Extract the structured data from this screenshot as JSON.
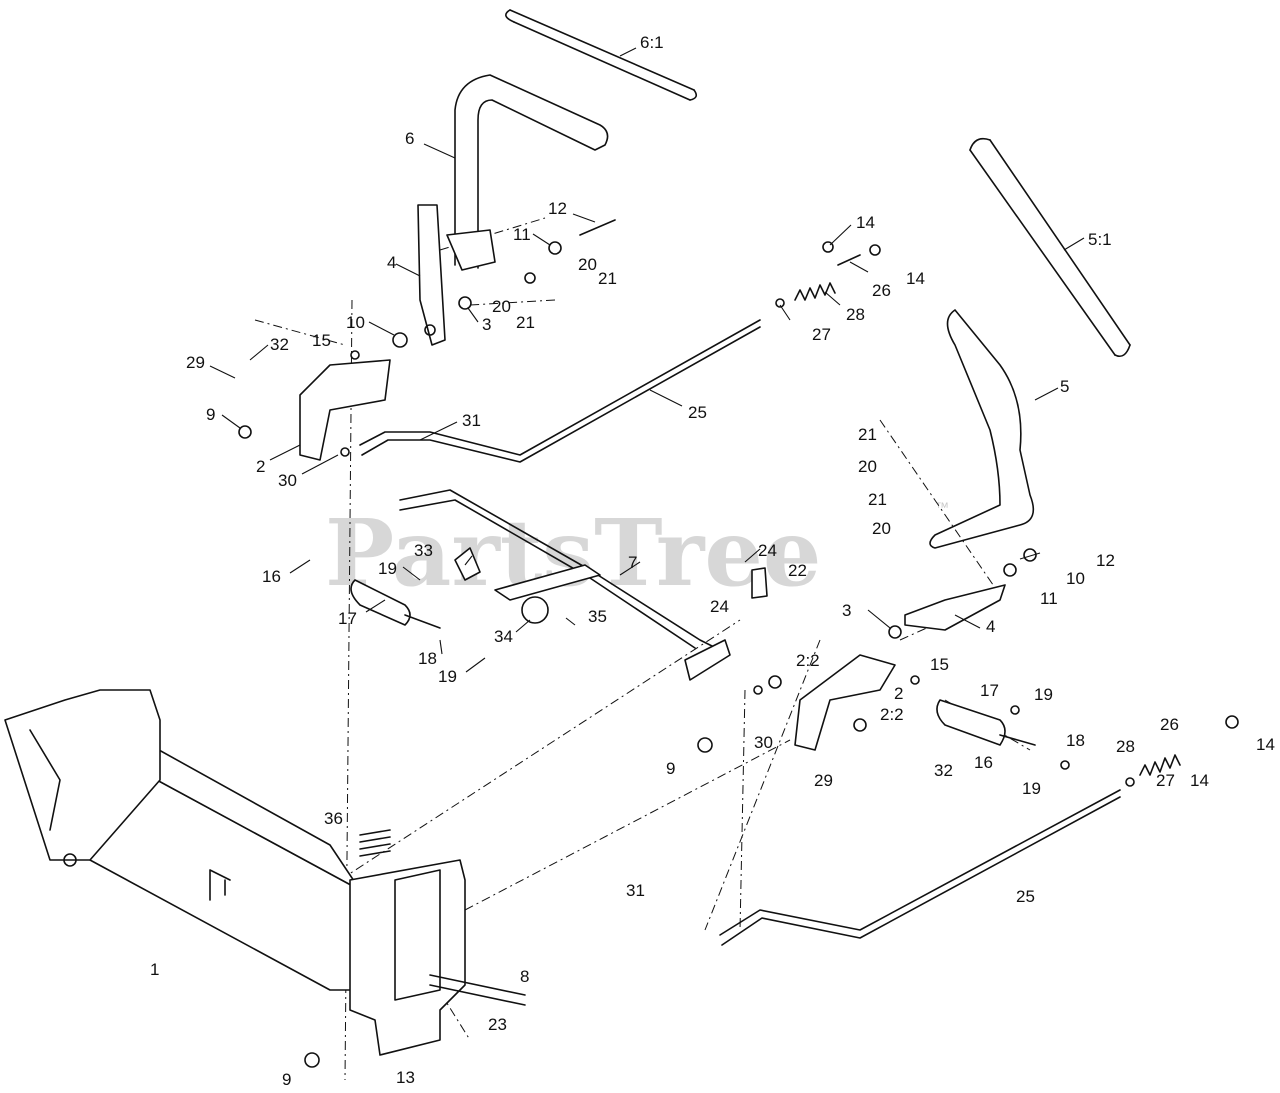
{
  "watermark": {
    "text": "PartsTree",
    "mark": "™"
  },
  "callouts": [
    {
      "id": "c-6-1",
      "label": "6:1"
    },
    {
      "id": "c-6",
      "label": "6"
    },
    {
      "id": "c-5-1",
      "label": "5:1"
    },
    {
      "id": "c-5",
      "label": "5"
    },
    {
      "id": "c-12a",
      "label": "12"
    },
    {
      "id": "c-11a",
      "label": "11"
    },
    {
      "id": "c-4a",
      "label": "4"
    },
    {
      "id": "c-20a",
      "label": "20"
    },
    {
      "id": "c-21a",
      "label": "21"
    },
    {
      "id": "c-20b",
      "label": "20"
    },
    {
      "id": "c-21b",
      "label": "21"
    },
    {
      "id": "c-10a",
      "label": "10"
    },
    {
      "id": "c-3a",
      "label": "3"
    },
    {
      "id": "c-14a",
      "label": "14"
    },
    {
      "id": "c-14b",
      "label": "14"
    },
    {
      "id": "c-26a",
      "label": "26"
    },
    {
      "id": "c-28a",
      "label": "28"
    },
    {
      "id": "c-27a",
      "label": "27"
    },
    {
      "id": "c-32a",
      "label": "32"
    },
    {
      "id": "c-15a",
      "label": "15"
    },
    {
      "id": "c-29a",
      "label": "29"
    },
    {
      "id": "c-9a",
      "label": "9"
    },
    {
      "id": "c-2a",
      "label": "2"
    },
    {
      "id": "c-30a",
      "label": "30"
    },
    {
      "id": "c-31a",
      "label": "31"
    },
    {
      "id": "c-25a",
      "label": "25"
    },
    {
      "id": "c-21c",
      "label": "21"
    },
    {
      "id": "c-20c",
      "label": "20"
    },
    {
      "id": "c-21d",
      "label": "21"
    },
    {
      "id": "c-20d",
      "label": "20"
    },
    {
      "id": "c-12b",
      "label": "12"
    },
    {
      "id": "c-10b",
      "label": "10"
    },
    {
      "id": "c-11b",
      "label": "11"
    },
    {
      "id": "c-4b",
      "label": "4"
    },
    {
      "id": "c-3b",
      "label": "3"
    },
    {
      "id": "c-33",
      "label": "33"
    },
    {
      "id": "c-7",
      "label": "7"
    },
    {
      "id": "c-24a",
      "label": "24"
    },
    {
      "id": "c-22",
      "label": "22"
    },
    {
      "id": "c-24b",
      "label": "24"
    },
    {
      "id": "c-16a",
      "label": "16"
    },
    {
      "id": "c-19a",
      "label": "19"
    },
    {
      "id": "c-17a",
      "label": "17"
    },
    {
      "id": "c-34",
      "label": "34"
    },
    {
      "id": "c-35",
      "label": "35"
    },
    {
      "id": "c-18a",
      "label": "18"
    },
    {
      "id": "c-19b",
      "label": "19"
    },
    {
      "id": "c-2-2a",
      "label": "2:2"
    },
    {
      "id": "c-2b",
      "label": "2"
    },
    {
      "id": "c-15b",
      "label": "15"
    },
    {
      "id": "c-17b",
      "label": "17"
    },
    {
      "id": "c-19c",
      "label": "19"
    },
    {
      "id": "c-2-2b",
      "label": "2:2"
    },
    {
      "id": "c-30b",
      "label": "30"
    },
    {
      "id": "c-9b",
      "label": "9"
    },
    {
      "id": "c-29b",
      "label": "29"
    },
    {
      "id": "c-32b",
      "label": "32"
    },
    {
      "id": "c-16b",
      "label": "16"
    },
    {
      "id": "c-18b",
      "label": "18"
    },
    {
      "id": "c-19d",
      "label": "19"
    },
    {
      "id": "c-26b",
      "label": "26"
    },
    {
      "id": "c-28b",
      "label": "28"
    },
    {
      "id": "c-14c",
      "label": "14"
    },
    {
      "id": "c-14d",
      "label": "14"
    },
    {
      "id": "c-27b",
      "label": "27"
    },
    {
      "id": "c-36",
      "label": "36"
    },
    {
      "id": "c-31b",
      "label": "31"
    },
    {
      "id": "c-25b",
      "label": "25"
    },
    {
      "id": "c-1",
      "label": "1"
    },
    {
      "id": "c-8",
      "label": "8"
    },
    {
      "id": "c-23",
      "label": "23"
    },
    {
      "id": "c-9c",
      "label": "9"
    },
    {
      "id": "c-13",
      "label": "13"
    }
  ]
}
